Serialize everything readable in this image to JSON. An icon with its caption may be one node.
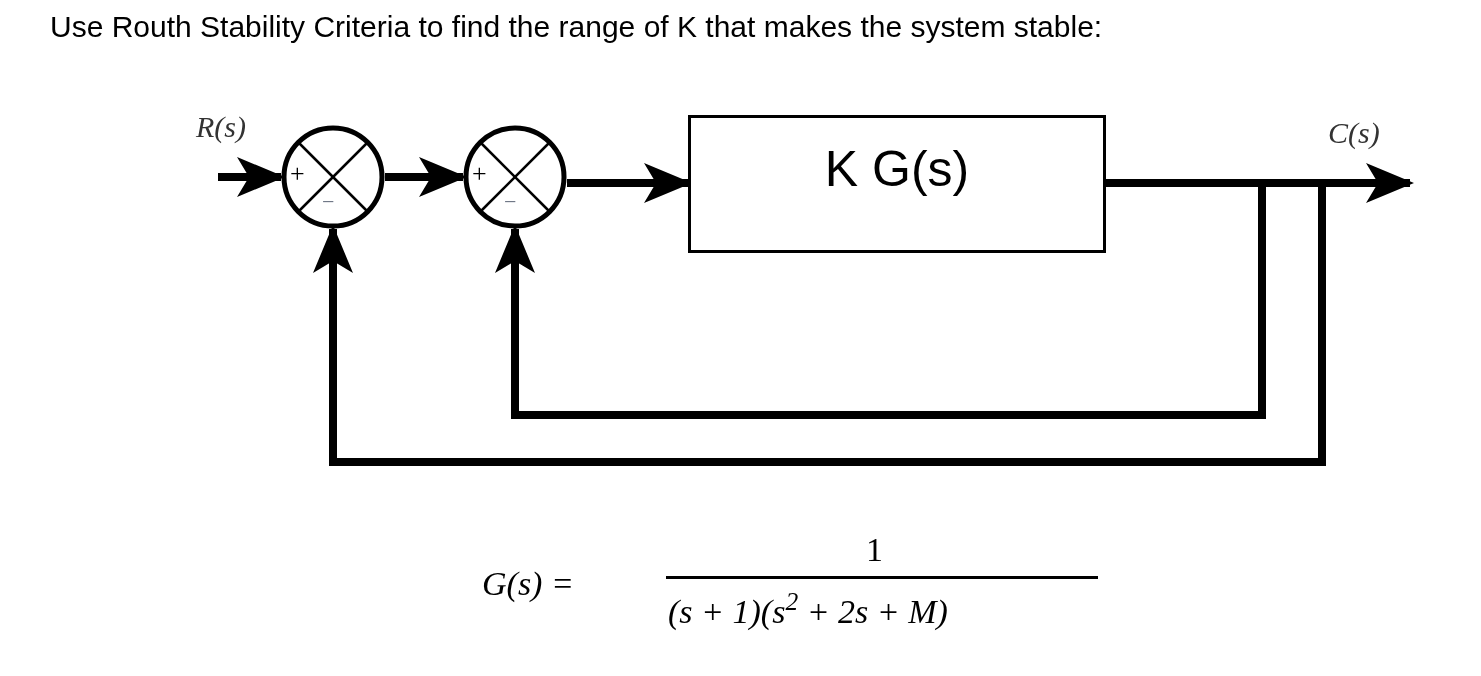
{
  "diagram": {
    "title": "Use Routh Stability Criteria to find the range of K that makes the system stable:",
    "nodes": [
      {
        "text": [
          "+",
          "−"
        ]
      },
      {
        "text": [
          "+",
          "−"
        ]
      },
      {
        "text": [
          "K G(s)"
        ]
      }
    ],
    "edges": [
      {
        "from": null,
        "to": 0,
        "arrow": "to"
      },
      {
        "from": 0,
        "to": 1,
        "arrow": "to"
      },
      {
        "from": 1,
        "to": 2,
        "arrow": "to"
      },
      {
        "from": 2,
        "to": null,
        "arrow": "to"
      },
      {
        "from": 2,
        "to": 1,
        "arrow": "to"
      },
      {
        "from": 2,
        "to": 0,
        "arrow": "to"
      }
    ],
    "labels": [
      "R(s)",
      "C(s)",
      "G(s) =",
      "1",
      "(s + 1)(s$^{2}$ + 2s + M)"
    ]
  }
}
